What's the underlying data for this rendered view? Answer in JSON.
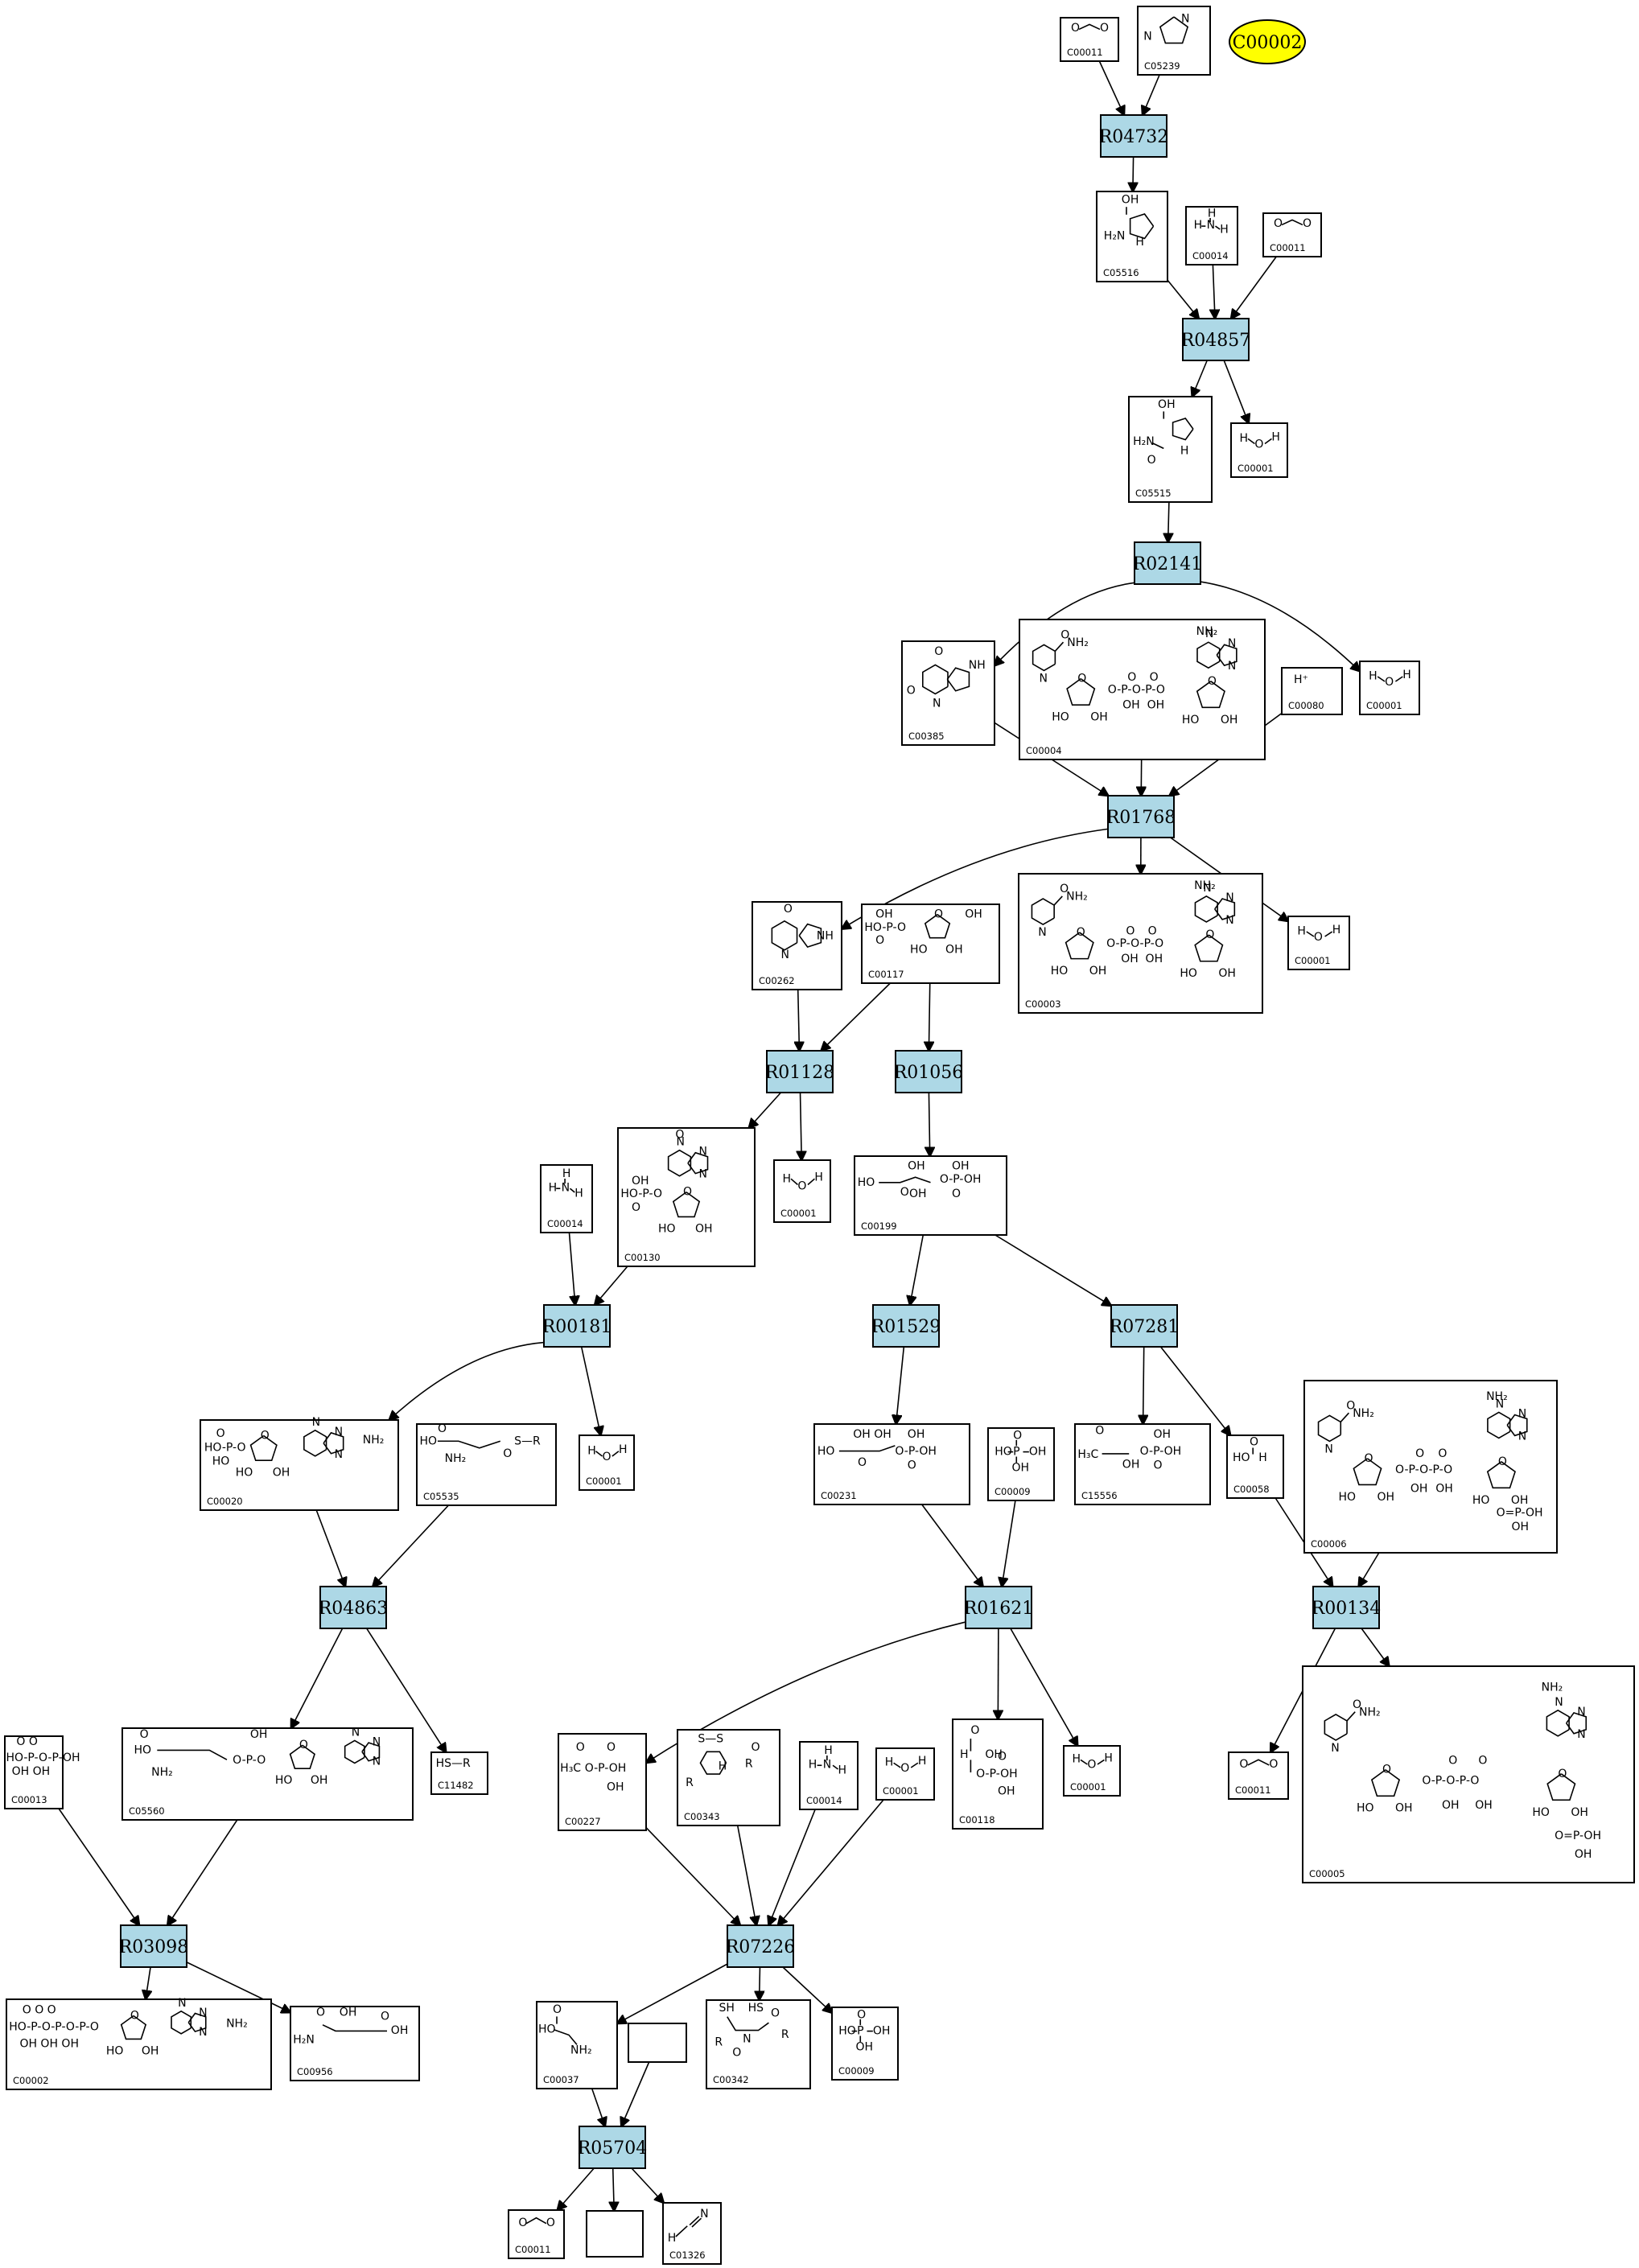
{
  "highlight": {
    "label": "C00002",
    "color": "#ffff00"
  },
  "colors": {
    "reaction_fill": "#add8e6",
    "compound_fill": "#ffffff",
    "stroke": "#000000"
  },
  "reactions": [
    {
      "id": "R04732"
    },
    {
      "id": "R04857"
    },
    {
      "id": "R02141"
    },
    {
      "id": "R01768"
    },
    {
      "id": "R01128"
    },
    {
      "id": "R01056"
    },
    {
      "id": "R00181"
    },
    {
      "id": "R01529"
    },
    {
      "id": "R07281"
    },
    {
      "id": "R04863"
    },
    {
      "id": "R01621"
    },
    {
      "id": "R00134"
    },
    {
      "id": "R03098"
    },
    {
      "id": "R07226"
    },
    {
      "id": "R05704"
    }
  ],
  "compounds": [
    {
      "key": "c00011_a",
      "label": "C00011",
      "kind": "co2"
    },
    {
      "key": "c05239",
      "label": "C05239",
      "kind": "imidazole"
    },
    {
      "key": "c05516",
      "label": "C05516",
      "kind": "aica"
    },
    {
      "key": "c00014_a",
      "label": "C00014",
      "kind": "nh3"
    },
    {
      "key": "c00011_b",
      "label": "C00011",
      "kind": "co2"
    },
    {
      "key": "c05515",
      "label": "C05515",
      "kind": "aica2"
    },
    {
      "key": "c00001_a",
      "label": "C00001",
      "kind": "water"
    },
    {
      "key": "c00385",
      "label": "C00385",
      "kind": "xanthine"
    },
    {
      "key": "c00004",
      "label": "C00004",
      "kind": "nadh"
    },
    {
      "key": "c00080",
      "label": "C00080",
      "kind": "proton"
    },
    {
      "key": "c00001_b",
      "label": "C00001",
      "kind": "water"
    },
    {
      "key": "c00262",
      "label": "C00262",
      "kind": "hypoxanthine"
    },
    {
      "key": "c00117",
      "label": "C00117",
      "kind": "r5p"
    },
    {
      "key": "c00003",
      "label": "C00003",
      "kind": "nad"
    },
    {
      "key": "c00001_c",
      "label": "C00001",
      "kind": "water"
    },
    {
      "key": "c00130",
      "label": "C00130",
      "kind": "imp"
    },
    {
      "key": "c00001_d",
      "label": "C00001",
      "kind": "water"
    },
    {
      "key": "c00199",
      "label": "C00199",
      "kind": "ru5p"
    },
    {
      "key": "c00014_b",
      "label": "C00014",
      "kind": "nh3"
    },
    {
      "key": "c00020",
      "label": "C00020",
      "kind": "amp"
    },
    {
      "key": "c05535",
      "label": "C05535",
      "kind": "thioester"
    },
    {
      "key": "c00001_e",
      "label": "C00001",
      "kind": "water"
    },
    {
      "key": "c00231",
      "label": "C00231",
      "kind": "xu5p"
    },
    {
      "key": "c00009_a",
      "label": "C00009",
      "kind": "phosphate"
    },
    {
      "key": "c15556",
      "label": "C15556",
      "kind": "dhap_like"
    },
    {
      "key": "c00058",
      "label": "C00058",
      "kind": "formate"
    },
    {
      "key": "c00006",
      "label": "C00006",
      "kind": "nadp"
    },
    {
      "key": "c11482",
      "label": "C11482",
      "kind": "thiol"
    },
    {
      "key": "c00013",
      "label": "C00013",
      "kind": "pyrophosphate"
    },
    {
      "key": "c05560",
      "label": "C05560",
      "kind": "adenylate"
    },
    {
      "key": "c00227",
      "label": "C00227",
      "kind": "acetylphosphate"
    },
    {
      "key": "c00343",
      "label": "C00343",
      "kind": "disulfide"
    },
    {
      "key": "c00014_c",
      "label": "C00014",
      "kind": "nh3"
    },
    {
      "key": "c00001_f",
      "label": "C00001",
      "kind": "water"
    },
    {
      "key": "c00118",
      "label": "C00118",
      "kind": "g3p"
    },
    {
      "key": "c00001_g",
      "label": "C00001",
      "kind": "water"
    },
    {
      "key": "c00011_c",
      "label": "C00011",
      "kind": "co2"
    },
    {
      "key": "c00005",
      "label": "C00005",
      "kind": "nadph"
    },
    {
      "key": "c00002",
      "label": "C00002",
      "kind": "atp"
    },
    {
      "key": "c00956",
      "label": "C00956",
      "kind": "aminoadipate"
    },
    {
      "key": "c00037",
      "label": "C00037",
      "kind": "glycine"
    },
    {
      "key": "empty_a",
      "label": "",
      "kind": "empty"
    },
    {
      "key": "c00342",
      "label": "C00342",
      "kind": "dithiol"
    },
    {
      "key": "c00009_b",
      "label": "C00009",
      "kind": "phosphate"
    },
    {
      "key": "c00011_d",
      "label": "C00011",
      "kind": "co2"
    },
    {
      "key": "empty_b",
      "label": "",
      "kind": "empty"
    },
    {
      "key": "c01326",
      "label": "C01326",
      "kind": "hcn"
    }
  ],
  "edges": [
    [
      "c00011_a",
      "R04732"
    ],
    [
      "c05239",
      "R04732"
    ],
    [
      "R04732",
      "c05516"
    ],
    [
      "c05516",
      "R04857"
    ],
    [
      "c00014_a",
      "R04857"
    ],
    [
      "c00011_b",
      "R04857"
    ],
    [
      "R04857",
      "c05515"
    ],
    [
      "R04857",
      "c00001_a"
    ],
    [
      "c05515",
      "R02141"
    ],
    [
      "R02141",
      "c00385"
    ],
    [
      "R02141",
      "c00001_b"
    ],
    [
      "c00385",
      "R01768"
    ],
    [
      "c00004",
      "R01768"
    ],
    [
      "c00080",
      "R01768"
    ],
    [
      "R01768",
      "c00262"
    ],
    [
      "R01768",
      "c00003"
    ],
    [
      "R01768",
      "c00001_c"
    ],
    [
      "c00262",
      "R01128"
    ],
    [
      "c00117",
      "R01128"
    ],
    [
      "c00117",
      "R01056"
    ],
    [
      "R01128",
      "c00130"
    ],
    [
      "R01128",
      "c00001_d"
    ],
    [
      "R01056",
      "c00199"
    ],
    [
      "c00014_b",
      "R00181"
    ],
    [
      "c00130",
      "R00181"
    ],
    [
      "c00199",
      "R01529"
    ],
    [
      "c00199",
      "R07281"
    ],
    [
      "R00181",
      "c00020"
    ],
    [
      "R00181",
      "c00001_e"
    ],
    [
      "R01529",
      "c00231"
    ],
    [
      "R07281",
      "c15556"
    ],
    [
      "R07281",
      "c00058"
    ],
    [
      "c00020",
      "R04863"
    ],
    [
      "c05535",
      "R04863"
    ],
    [
      "c00231",
      "R01621"
    ],
    [
      "c00009_a",
      "R01621"
    ],
    [
      "c00058",
      "R00134"
    ],
    [
      "c00006",
      "R00134"
    ],
    [
      "R04863",
      "c05560"
    ],
    [
      "R04863",
      "c11482"
    ],
    [
      "R01621",
      "c00227"
    ],
    [
      "R01621",
      "c00118"
    ],
    [
      "R01621",
      "c00001_g"
    ],
    [
      "R00134",
      "c00011_c"
    ],
    [
      "R00134",
      "c00005"
    ],
    [
      "c00013",
      "R03098"
    ],
    [
      "c05560",
      "R03098"
    ],
    [
      "c00227",
      "R07226"
    ],
    [
      "c00343",
      "R07226"
    ],
    [
      "c00014_c",
      "R07226"
    ],
    [
      "c00001_f",
      "R07226"
    ],
    [
      "R03098",
      "c00002"
    ],
    [
      "R03098",
      "c00956"
    ],
    [
      "R07226",
      "c00037"
    ],
    [
      "R07226",
      "c00342"
    ],
    [
      "R07226",
      "c00009_b"
    ],
    [
      "c00037",
      "R05704"
    ],
    [
      "empty_a",
      "R05704"
    ],
    [
      "R05704",
      "c00011_d"
    ],
    [
      "R05704",
      "empty_b"
    ],
    [
      "R05704",
      "c01326"
    ]
  ],
  "atoms": {
    "O": "O",
    "N": "N",
    "H": "H",
    "OH": "OH",
    "HO": "HO",
    "NH": "NH",
    "NH2": "NH₂",
    "H2N": "H₂N",
    "P": "P",
    "S": "S",
    "SH": "SH",
    "HS": "HS",
    "R": "R",
    "H3C": "H₃C",
    "Hplus": "H⁺",
    "C": "C",
    "HSR": "HS—R",
    "SR": "S—R",
    "HOPO": "HO-P-O-P-OH",
    "HOPOPOP": "HO-P-O-P-O-P-O"
  }
}
